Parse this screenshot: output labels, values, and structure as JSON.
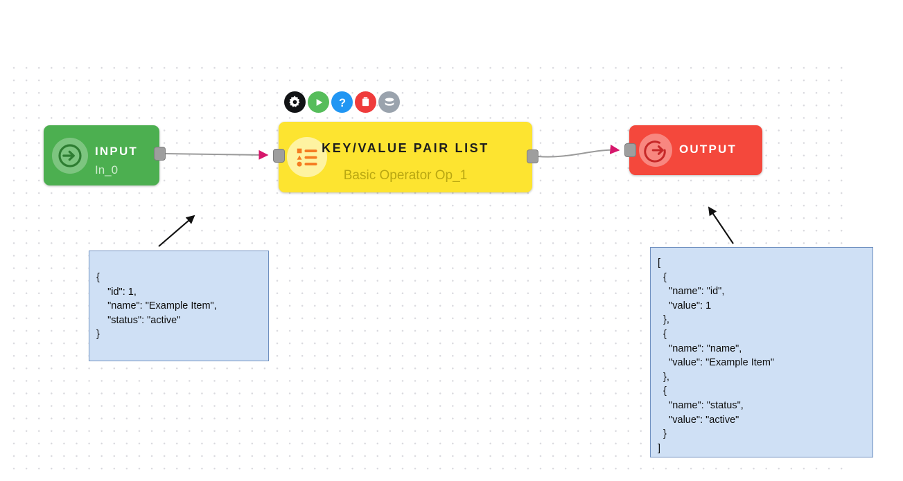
{
  "toolbar": {
    "items": [
      {
        "name": "settings-icon",
        "label": "Settings"
      },
      {
        "name": "run-icon",
        "label": "Run"
      },
      {
        "name": "help-icon",
        "label": "Help"
      },
      {
        "name": "delete-icon",
        "label": "Delete"
      },
      {
        "name": "database-icon",
        "label": "Data"
      }
    ]
  },
  "nodes": {
    "input": {
      "title": "INPUT",
      "subtitle": "In_0",
      "color": "#4caf50",
      "icon": "arrow-into-circle-icon"
    },
    "operator": {
      "title": "KEY/VALUE PAIR LIST",
      "subtitle": "Basic Operator Op_1",
      "color": "#fde430",
      "icon": "bulleted-list-icon"
    },
    "output": {
      "title": "OUTPUT",
      "subtitle": "",
      "color": "#f4483c",
      "icon": "arrow-out-of-circle-icon"
    }
  },
  "links": [
    {
      "from": "input-output-port",
      "to": "operator-input-port"
    },
    {
      "from": "operator-output-port",
      "to": "output-input-port"
    }
  ],
  "annotations": {
    "input_sample": "{\n    \"id\": 1,\n    \"name\": \"Example Item\",\n    \"status\": \"active\"\n}",
    "output_sample": "[\n  {\n    \"name\": \"id\",\n    \"value\": 1\n  },\n  {\n    \"name\": \"name\",\n    \"value\": \"Example Item\"\n  },\n  {\n    \"name\": \"status\",\n    \"value\": \"active\"\n  }\n]"
  },
  "colors": {
    "link": "#9a9a9a",
    "arrowhead": "#d6176b",
    "port": "#9e9e9e",
    "annotation_fill": "#cfe0f5",
    "annotation_border": "#6f90c0",
    "grid_dot": "#d9d9de"
  }
}
